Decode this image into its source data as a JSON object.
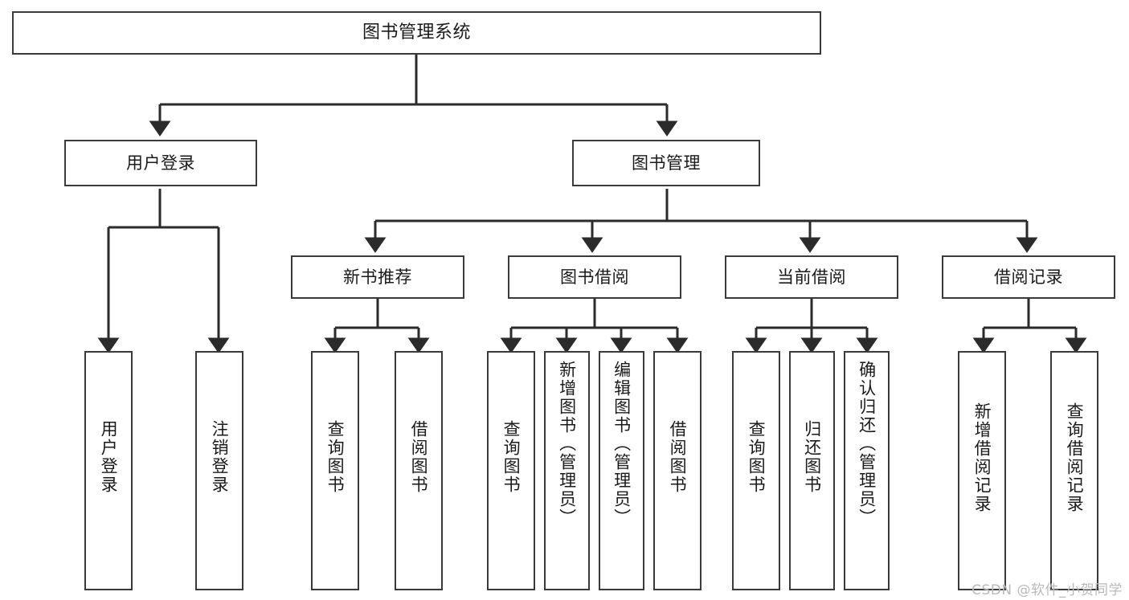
{
  "diagram": {
    "title": "图书管理系统",
    "type": "tree",
    "watermark": "CSDN @软件_小贺同学",
    "style": {
      "background": "#ffffff",
      "box_border": "#3a3a3a",
      "box_fill": "#ffffff",
      "edge_color": "#2b2b2b",
      "text_color": "#1a1a1a",
      "watermark_color": "#b9b9b9"
    },
    "levels": {
      "root": {
        "label": "图书管理系统"
      },
      "level2": [
        {
          "label": "用户登录"
        },
        {
          "label": "图书管理"
        }
      ],
      "level3": [
        {
          "label": "新书推荐"
        },
        {
          "label": "图书借阅"
        },
        {
          "label": "当前借阅"
        },
        {
          "label": "借阅记录"
        }
      ],
      "leaves": [
        {
          "label": "用户登录",
          "parent": "用户登录"
        },
        {
          "label": "注销登录",
          "parent": "用户登录"
        },
        {
          "label": "查询图书",
          "parent": "新书推荐"
        },
        {
          "label": "借阅图书",
          "parent": "新书推荐"
        },
        {
          "label": "查询图书",
          "parent": "图书借阅"
        },
        {
          "label": "新增图书（管理员）",
          "parent": "图书借阅"
        },
        {
          "label": "编辑图书（管理员）",
          "parent": "图书借阅"
        },
        {
          "label": "借阅图书",
          "parent": "图书借阅"
        },
        {
          "label": "查询图书",
          "parent": "当前借阅"
        },
        {
          "label": "归还图书",
          "parent": "当前借阅"
        },
        {
          "label": "确认归还（管理员）",
          "parent": "当前借阅"
        },
        {
          "label": "新增借阅记录",
          "parent": "借阅记录"
        },
        {
          "label": "查询借阅记录",
          "parent": "借阅记录"
        }
      ]
    }
  }
}
